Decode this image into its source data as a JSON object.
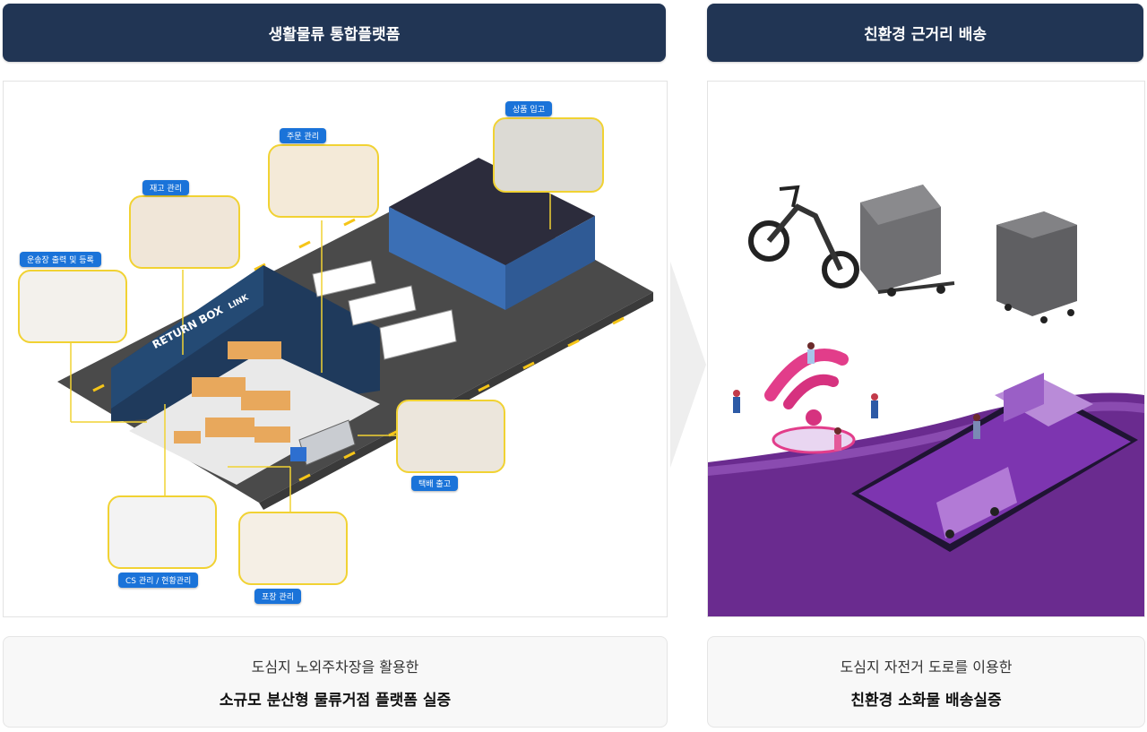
{
  "headers": {
    "left": "생활물류 통합플랫폼",
    "right": "친환경 근거리 배송"
  },
  "left_illustration": {
    "building_sign": "RETURN BOX",
    "building_sign_suffix": "LINK",
    "callouts": {
      "inbound": "상품 입고",
      "order": "주문 관리",
      "inventory": "재고 관리",
      "waybill": "운송장 출력 및 등록",
      "outbound": "택배 출고",
      "cs": "CS 관리 / 현황관리",
      "packing": "포장 관리"
    }
  },
  "captions": {
    "left_line1": "도심지 노외주차장을 활용한",
    "left_line2": "소규모 분산형 물류거점 플랫폼 실증",
    "right_line1": "도심지 자전거 도로를 이용한",
    "right_line2": "친환경 소화물 배송실증"
  },
  "colors": {
    "header_bg": "#213554",
    "callout_bg": "#1a73d9",
    "vignette_border": "#f1d233",
    "road": "#4a4a4a",
    "building_blue": "#3b6fb5",
    "purple": "#6a2b8f"
  }
}
